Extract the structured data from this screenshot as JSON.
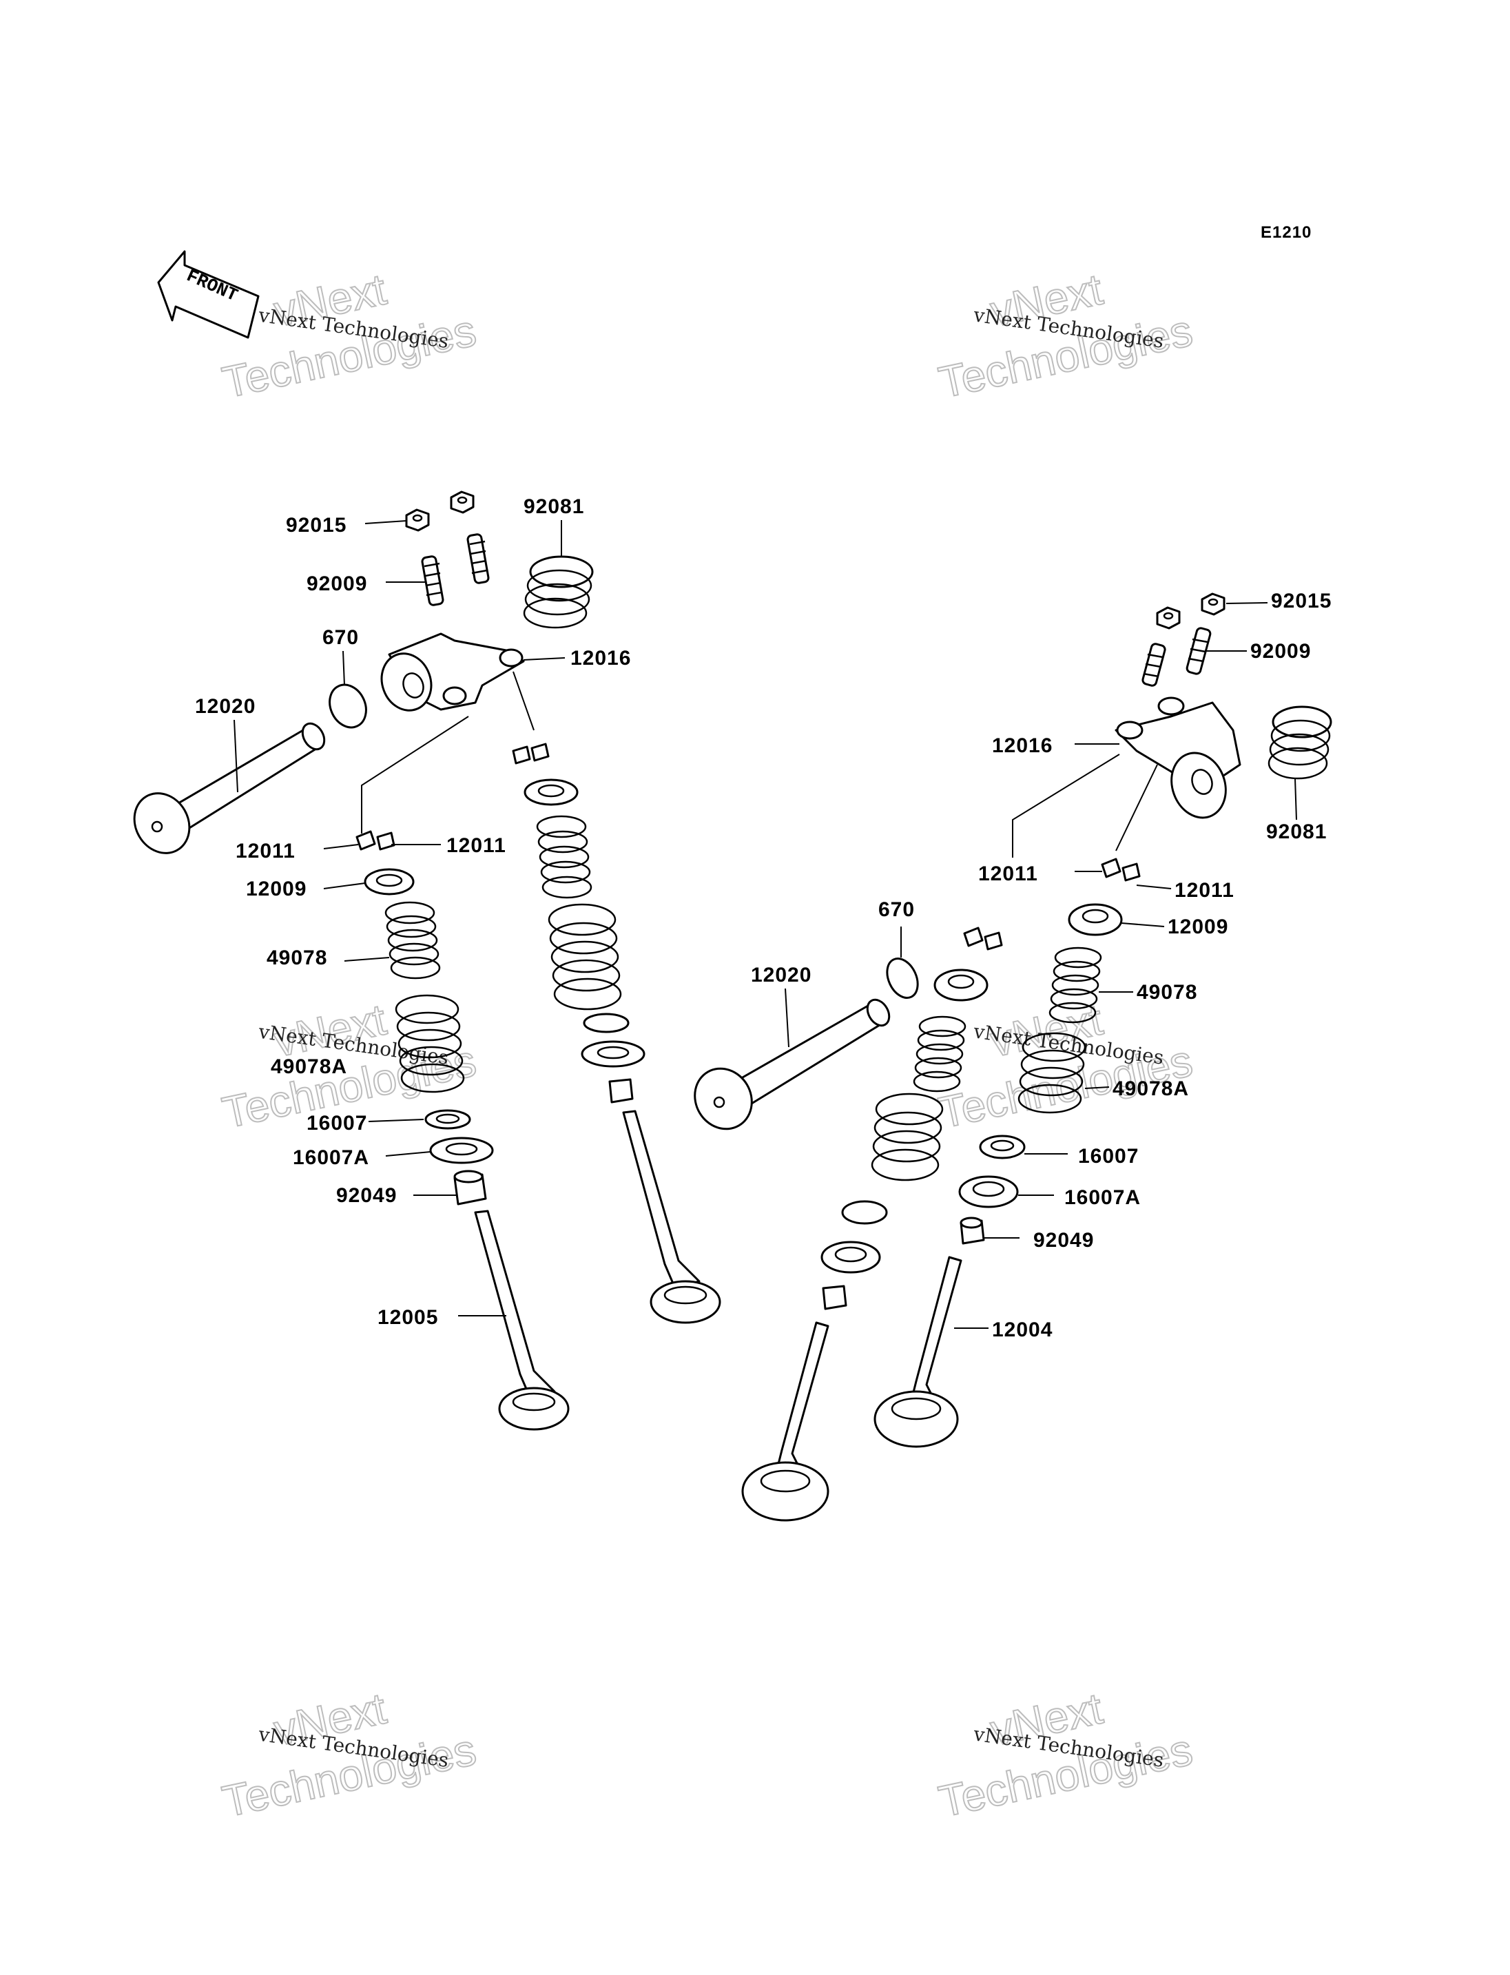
{
  "diagram_code": "E1210",
  "front_label": "FRONT",
  "watermark": {
    "line1": "vNext Technologies",
    "big_top": "vNext",
    "big_bottom": "Technologies"
  },
  "labels": {
    "left_92015": "92015",
    "left_92081": "92081",
    "left_92009": "92009",
    "left_670": "670",
    "left_12016": "12016",
    "left_12020": "12020",
    "left_12011a": "12011",
    "left_12011b": "12011",
    "left_12009": "12009",
    "left_49078": "49078",
    "left_49078A": "49078A",
    "left_16007": "16007",
    "left_16007A": "16007A",
    "left_92049": "92049",
    "left_12005": "12005",
    "right_92015": "92015",
    "right_92009": "92009",
    "right_12016": "12016",
    "right_92081": "92081",
    "right_12011a": "12011",
    "right_12011b": "12011",
    "right_670": "670",
    "right_12009": "12009",
    "right_12020": "12020",
    "right_49078": "49078",
    "right_49078A": "49078A",
    "right_16007": "16007",
    "right_16007A": "16007A",
    "right_92049": "92049",
    "right_12004": "12004"
  }
}
